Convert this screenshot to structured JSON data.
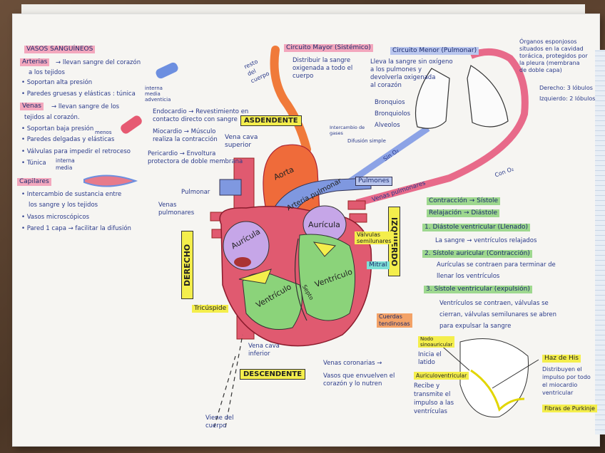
{
  "left_notes": {
    "title": "VASOS SANGUÍNEOS",
    "arterias_head": "Arterias",
    "arterias_lines": [
      "→ llevan sangre del corazón",
      "a los tejidos",
      "• Soportan alta presión",
      "• Paredes gruesas y elásticas : túnica"
    ],
    "media_note": "interna\nmedia\nadventicia",
    "venas_head": "Venas",
    "venas_lines": [
      "→ llevan sangre de los",
      "tejidos al corazón.",
      "• Soportan baja presión",
      "• Paredes delgadas y elásticas",
      "• Válvulas para impedir el retroceso",
      "• Túnica"
    ],
    "menos_note": "menos",
    "tunica_note": "interna\nmedia",
    "capilares_head": "Capilares",
    "capilares_lines": [
      "• Intercambio de sustancia entre",
      "los sangre y los tejidos",
      "• Vasos microscópicos",
      "• Pared 1 capa → facilitar la difusión"
    ]
  },
  "mid_notes": {
    "endocardio": "Endocardio → Revestimiento en\ncontacto directo con sangre",
    "miocardio": "Miocardio → Músculo\nrealiza la contracción",
    "pericardio": "Pericardio → Envoltura\nprotectora de doble membrana",
    "resto": "resto\ndel\ncuerpo"
  },
  "circuito_mayor": {
    "title": "Circuito Mayor (Sistémico)",
    "text": "Distribuir la sangre\noxigenada a todo el\ncuerpo"
  },
  "circuito_menor": {
    "title": "Circuito Menor (Pulmonar)",
    "text": "Lleva la sangre sin oxígeno\na los pulmones y\ndevolverla oxigenada\nal corazón"
  },
  "lung_notes": {
    "organos": "Órganos esponjosos\nsituados en la cavidad\ntorácica, protegidos por\nla pleura (membrana\nde doble capa)",
    "derecho": "Derecho: 3 lóbulos",
    "izquierdo": "Izquierdo: 2 lóbulos",
    "bronquios": "Bronquios",
    "bronquiolos": "Bronquiolos",
    "alveolos": "Alveolos",
    "intercambio": "Intercambio de\ngases",
    "difusion": "Difusión simple",
    "sin_o2": "Sin O₂",
    "con_o2": "Con O₂"
  },
  "heart": {
    "asdendente": "ASDENDENTE",
    "descendente": "DESCENDENTE",
    "derecho": "DERECHO",
    "izquierdo": "IZQUIERDO",
    "vena_cava_sup": "Vena cava\nsuperior",
    "vena_cava_inf": "Vena cava\ninferior",
    "pulmonar_left": "Pulmonar",
    "venas_pulmonares_left": "Venas\npulmonares",
    "aorta": "Aorta",
    "arteria_pulmonar": "Arteria pulmonar",
    "pulmones": "Pulmones",
    "venas_pulmonares_right": "Venas pulmonares",
    "auricula_l": "Aurícula",
    "auricula_r": "Aurícula",
    "ventriculo_l": "Ventrículo",
    "ventriculo_r": "Ventrículo",
    "septo": "Septo",
    "valvulas": "Válvulas\nsemilunares",
    "mitral": "Mitral",
    "tricuspide": "Tricúspide",
    "cuerdas": "Cuerdas\ntendinosas",
    "viene": "Viene del\ncuerpo",
    "coronarias_head": "Venas coronarias →",
    "coronarias_text": "Vasos que envuelven el\ncorazón y lo nutren"
  },
  "cycle": {
    "contraccion": "Contracción → Sístole",
    "relajacion": "Relajación → Diástole",
    "step1": "1. Diástole ventricular (Llenado)",
    "step1_text": "La sangre → ventrículos relajados",
    "step2": "2. Sístole auricular (Contracción)",
    "step2_text": "Aurículas se contraen para terminar de\nllenar los ventrículos",
    "step3": "3. Sístole ventricular (expulsión)",
    "step3_text": "Ventrículos se contraen, válvulas se\ncierran, válvulas semilunares se abren\npara expulsar la sangre"
  },
  "conduction": {
    "nodo_sa": "Nodo\nsinoauricular",
    "nodo_sa_text": "Inicia el\nlatido",
    "nodo_av": "Auriculoventricular",
    "nodo_av_text": "Recibe y\ntransmite el\nimpulso a las\nventrículas",
    "his": "Haz de His",
    "his_text": "Distribuyen el\nimpulso por todo\nel miocardio\nventricular",
    "purkinje": "Fibras de Purkinje"
  },
  "colors": {
    "pink": "#f3a7bd",
    "yellow": "#f4ee4c",
    "green": "#9ed88f",
    "orange": "#f3a267",
    "blue": "#b9c6ee",
    "ink": "#2a3a8a",
    "heart_red": "#e05a70",
    "vein_blue": "#7f98e0"
  }
}
